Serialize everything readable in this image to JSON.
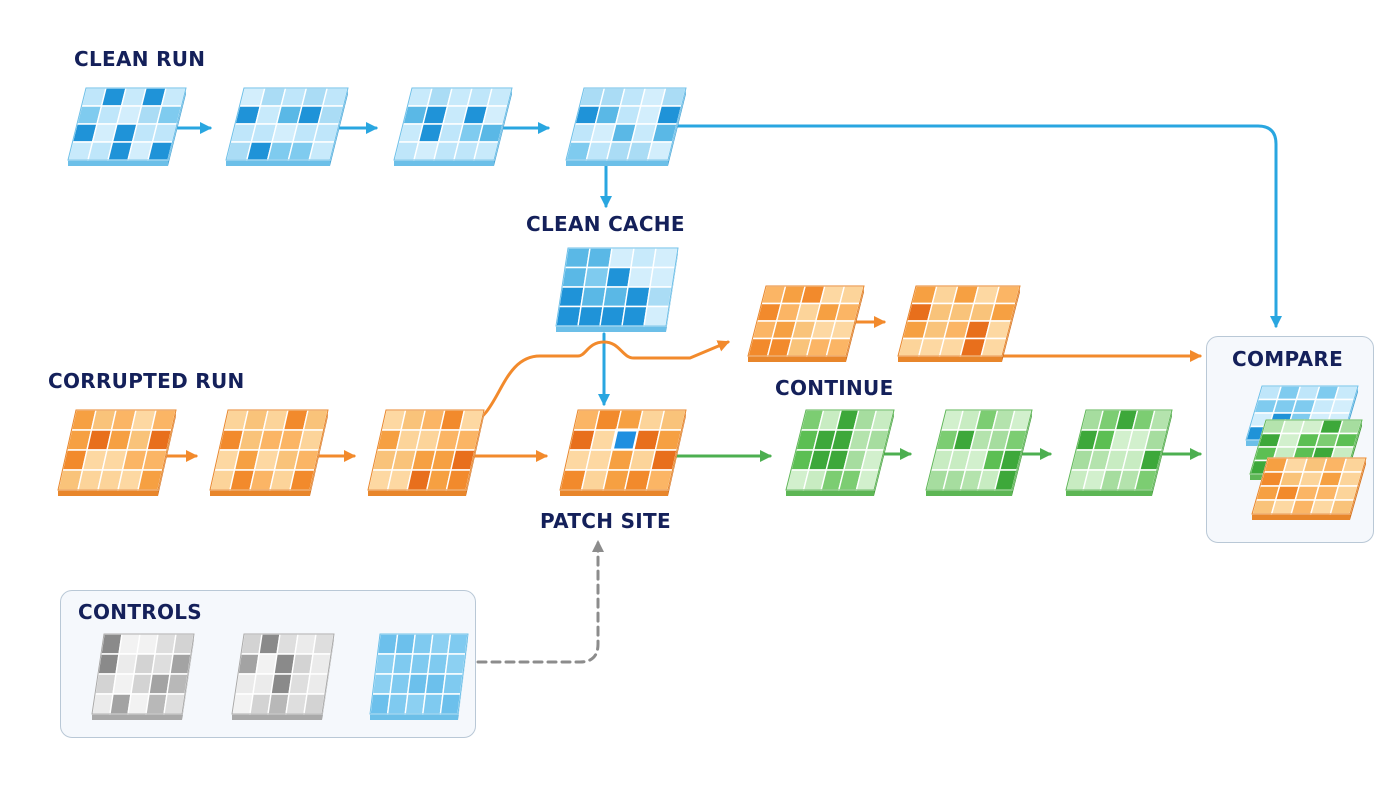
{
  "labels": {
    "clean_run": "CLEAN RUN",
    "clean_cache": "CLEAN CACHE",
    "corrupted_run": "CORRUPTED RUN",
    "patch_site": "PATCH SITE",
    "continue": "CONTINUE",
    "compare": "COMPARE",
    "controls": "CONTROLS"
  },
  "colors": {
    "clean": "#29a6e0",
    "corrupted": "#f28a2c",
    "continued": "#4caf50",
    "control": "#8c8c8c",
    "label": "#14205a"
  }
}
